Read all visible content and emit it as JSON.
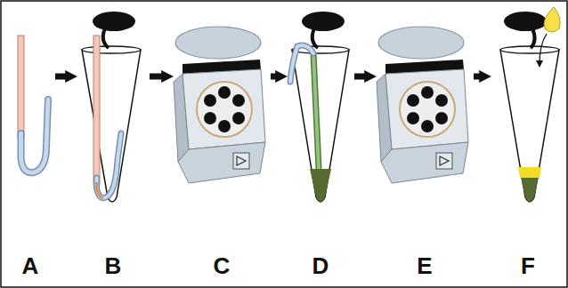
{
  "diagram": {
    "nodes": [
      {
        "text": [
          "A"
        ]
      },
      {
        "text": [
          "B"
        ]
      },
      {
        "text": [
          "C"
        ]
      },
      {
        "text": [
          "D"
        ]
      },
      {
        "text": [
          "E"
        ]
      },
      {
        "text": [
          "F"
        ]
      }
    ],
    "edges": [
      {
        "from": 0,
        "to": 1,
        "arrow": "to"
      },
      {
        "from": 1,
        "to": 2,
        "arrow": "to"
      },
      {
        "from": 2,
        "to": 3,
        "arrow": "to"
      },
      {
        "from": 3,
        "to": 4,
        "arrow": "to"
      },
      {
        "from": 4,
        "to": 5,
        "arrow": "to"
      }
    ]
  }
}
